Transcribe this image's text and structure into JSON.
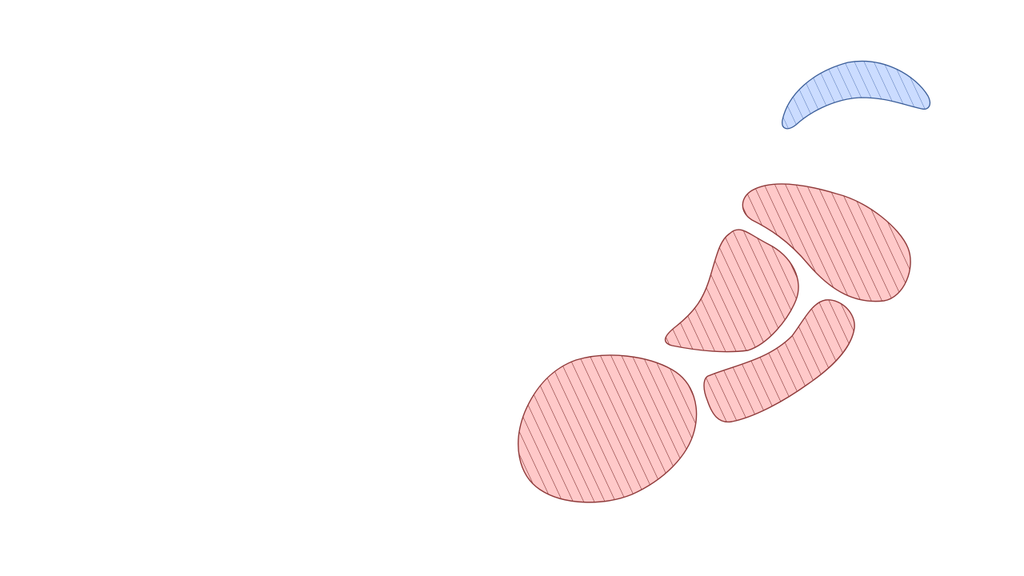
{
  "colors": {
    "background": "#ffffff",
    "red_fill": "#ffc9c9",
    "red_stroke": "#8f3a3a",
    "red_hatch": "#7a2a2a",
    "blue_fill": "#cbdcff",
    "blue_stroke": "#3b5e99",
    "blue_hatch": "#4a6db0"
  },
  "shapes": [
    {
      "name": "blue-crescent-region",
      "group": "blue"
    },
    {
      "name": "red-upper-right-blob",
      "group": "red"
    },
    {
      "name": "red-triangular-blob",
      "group": "red"
    },
    {
      "name": "red-curved-lower-blob",
      "group": "red"
    },
    {
      "name": "red-large-oval-blob",
      "group": "red"
    }
  ]
}
